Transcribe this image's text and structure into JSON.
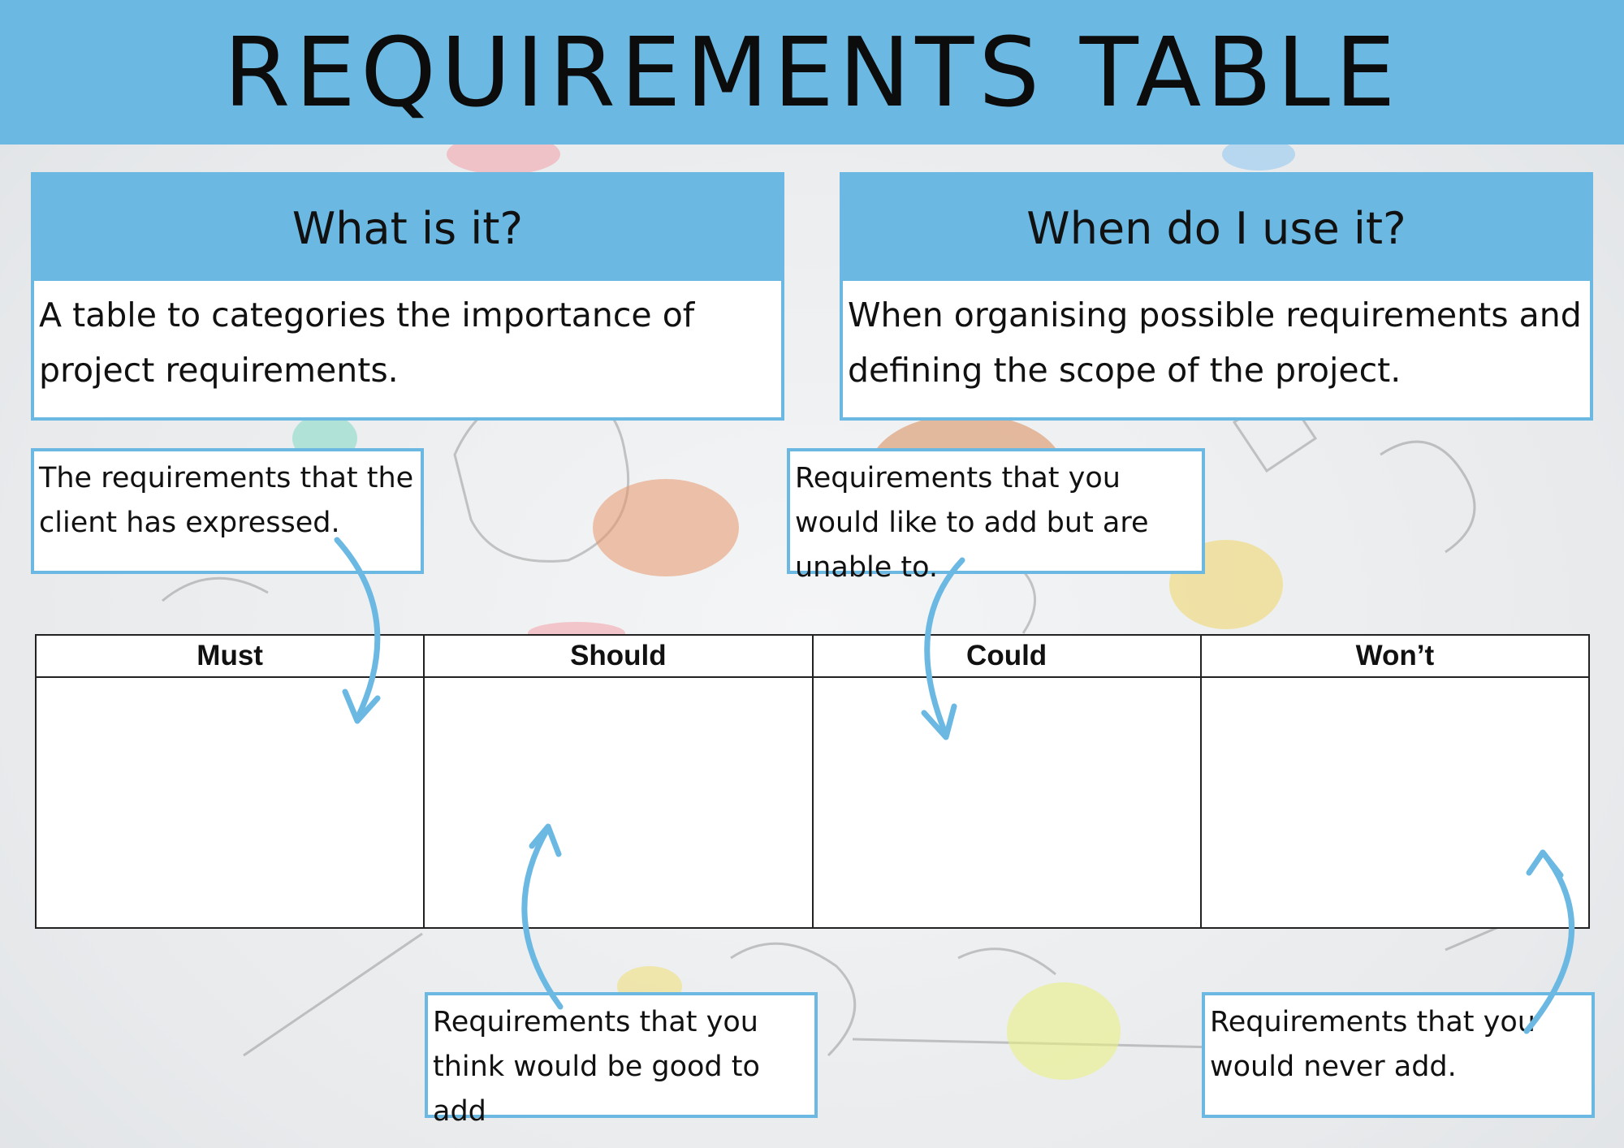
{
  "title": "REQUIREMENTS TABLE",
  "what_is_it": {
    "heading": "What is it?",
    "body": "A table to categories the importance of project requirements."
  },
  "when_do_i_use_it": {
    "heading": "When do I use it?",
    "body": "When organising possible requirements and defining the scope of the project."
  },
  "notes": {
    "must": "The requirements that the client has expressed.",
    "could": "Requirements that you would like to add but are unable to.",
    "should": "Requirements that you think would be good to add",
    "wont": "Requirements that you would never add."
  },
  "table": {
    "columns": [
      "Must",
      "Should",
      "Could",
      "Won’t"
    ]
  },
  "colors": {
    "accent": "#6bb9e3",
    "text": "#111111"
  }
}
